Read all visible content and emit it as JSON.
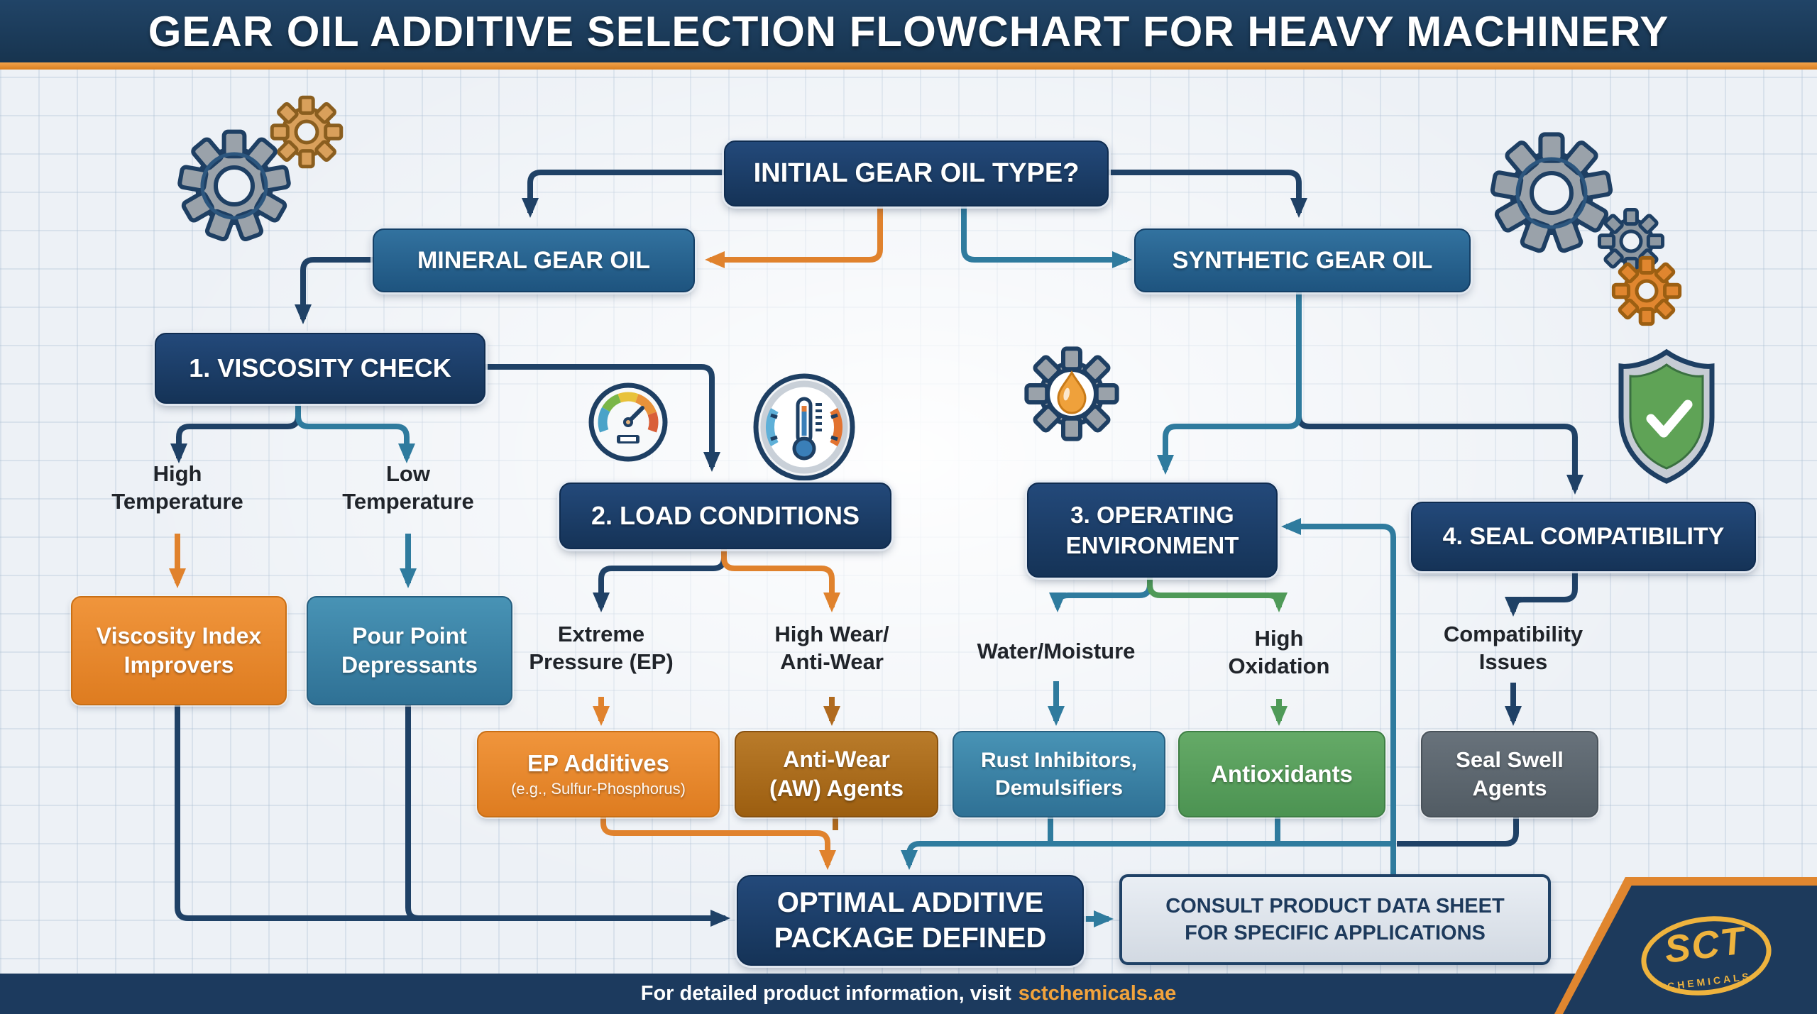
{
  "header": {
    "title": "GEAR OIL ADDITIVE SELECTION FLOWCHART FOR HEAVY MACHINERY"
  },
  "nodes": {
    "initial": {
      "label": "INITIAL GEAR OIL TYPE?"
    },
    "mineral": {
      "label": "MINERAL GEAR OIL"
    },
    "synthetic": {
      "label": "SYNTHETIC GEAR OIL"
    },
    "viscosity": {
      "label": "1. VISCOSITY CHECK"
    },
    "load": {
      "label": "2. LOAD CONDITIONS"
    },
    "operating": {
      "line1": "3. OPERATING",
      "line2": "ENVIRONMENT"
    },
    "seal": {
      "label": "4. SEAL COMPATIBILITY"
    },
    "viscosity_index": {
      "line1": "Viscosity Index",
      "line2": "Improvers"
    },
    "pour_point": {
      "line1": "Pour Point",
      "line2": "Depressants"
    },
    "ep_additives": {
      "line1": "EP Additives",
      "line2": "(e.g., Sulfur-Phosphorus)"
    },
    "anti_wear": {
      "line1": "Anti-Wear",
      "line2": "(AW) Agents"
    },
    "rust_inhibitors": {
      "line1": "Rust Inhibitors,",
      "line2": "Demulsifiers"
    },
    "antioxidants": {
      "label": "Antioxidants"
    },
    "seal_swell": {
      "line1": "Seal Swell",
      "line2": "Agents"
    },
    "optimal": {
      "line1": "OPTIMAL ADDITIVE",
      "line2": "PACKAGE DEFINED"
    },
    "consult": {
      "line1": "CONSULT PRODUCT DATA SHEET",
      "line2": "FOR SPECIFIC APPLICATIONS"
    }
  },
  "labels": {
    "high_temp": {
      "line1": "High",
      "line2": "Temperature"
    },
    "low_temp": {
      "line1": "Low",
      "line2": "Temperature"
    },
    "extreme_pressure": {
      "line1": "Extreme",
      "line2": "Pressure (EP)"
    },
    "high_wear": {
      "line1": "High Wear/",
      "line2": "Anti-Wear"
    },
    "water": {
      "label": "Water/Moisture"
    },
    "oxidation": {
      "line1": "High",
      "line2": "Oxidation"
    },
    "compatibility": {
      "line1": "Compatibility",
      "line2": "Issues"
    }
  },
  "footer": {
    "prefix": "For detailed product information, visit",
    "link": "sctchemicals.ae"
  },
  "logo": {
    "name": "SCT",
    "sub": "CHEMICALS"
  },
  "colors": {
    "navy": "#1c3a5e",
    "blue": "#2a6496",
    "orange": "#e0822d",
    "brown": "#b06a1e",
    "teal": "#2f7b9e",
    "green": "#4f9a58",
    "gray": "#5d666e",
    "accent": "#e8923a"
  },
  "icons": [
    "gear-icon",
    "speed-gauge-icon",
    "thermometer-gauge-icon",
    "oil-drop-gear-icon",
    "shield-check-icon"
  ]
}
